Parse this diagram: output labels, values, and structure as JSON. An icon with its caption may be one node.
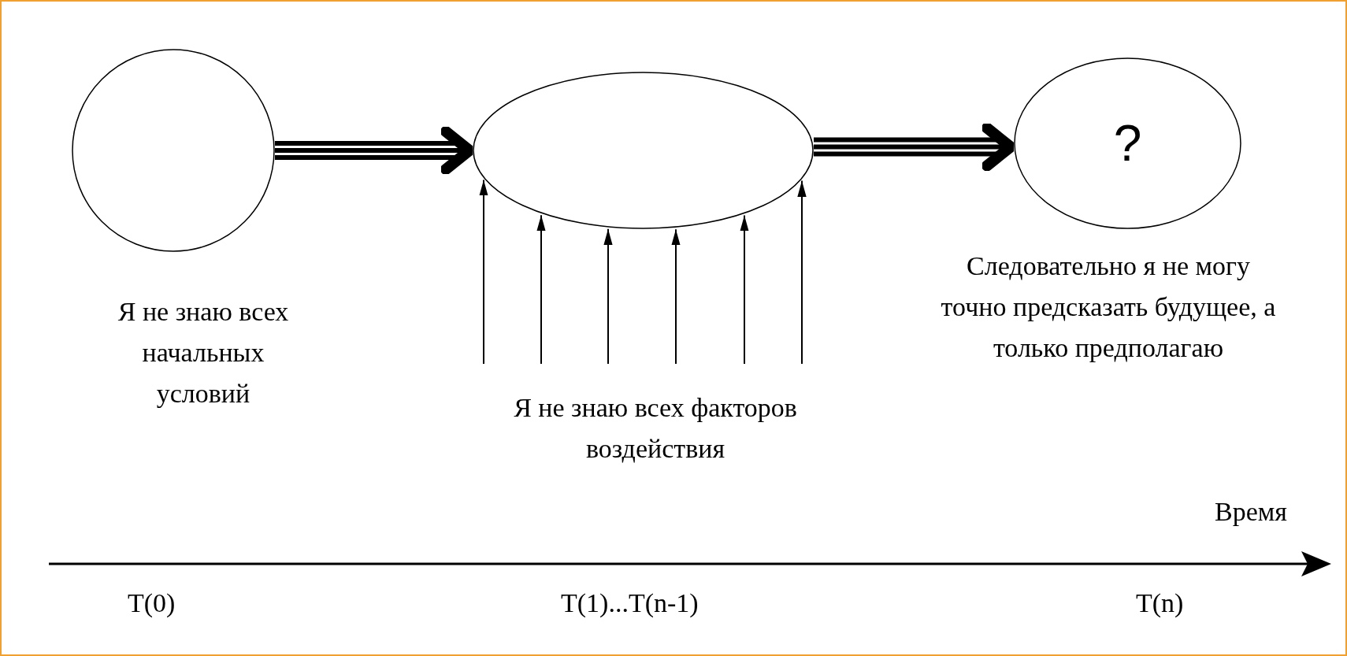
{
  "diagram": {
    "nodes": [
      {
        "text": [],
        "shape": "circle",
        "beside": [
          "Я не знаю всех начальных условий"
        ]
      },
      {
        "text": [],
        "shape": "ellipse"
      },
      {
        "text": [
          "?"
        ],
        "beside": [
          "Следовательно я не могу точно предсказать будущее, а только предполагаю"
        ]
      }
    ],
    "edges": [
      {
        "from": 0,
        "to": 1,
        "arrow": "to",
        "style": "thick"
      },
      {
        "from": 1,
        "to": 2,
        "arrow": "to",
        "style": "thick"
      },
      {
        "from": null,
        "to": 1,
        "arrow": "to"
      },
      {
        "from": null,
        "to": 1,
        "arrow": "to"
      },
      {
        "from": null,
        "to": 1,
        "arrow": "to"
      },
      {
        "from": null,
        "to": 1,
        "arrow": "to"
      },
      {
        "from": null,
        "to": 1,
        "arrow": "to"
      },
      {
        "from": null,
        "to": 1,
        "arrow": "to"
      }
    ],
    "labels": [
      "Я не знаю всех факторов воздействия",
      "Время",
      "T(0)",
      "T(1)...T(n-1)",
      "T(n)"
    ]
  }
}
